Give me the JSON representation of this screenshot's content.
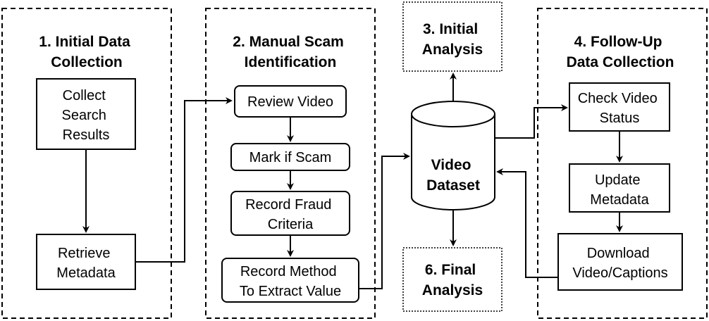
{
  "panels": {
    "initial_collection": {
      "title_line1": "1. Initial Data",
      "title_line2": "Collection"
    },
    "manual_identification": {
      "title_line1": "2. Manual Scam",
      "title_line2": "Identification"
    },
    "initial_analysis": {
      "title_line1": "3. Initial",
      "title_line2": "Analysis"
    },
    "followup_collection": {
      "title_line1": "4. Follow-Up",
      "title_line2": "Data Collection"
    },
    "final_analysis": {
      "title_line1": "6. Final",
      "title_line2": "Analysis"
    }
  },
  "steps": {
    "collect_search_results": {
      "line1": "Collect",
      "line2": "Search",
      "line3": "Results"
    },
    "retrieve_metadata": {
      "line1": "Retrieve",
      "line2": "Metadata"
    },
    "review_video": {
      "line1": "Review Video"
    },
    "mark_if_scam": {
      "line1": "Mark if Scam"
    },
    "record_fraud_criteria": {
      "line1": "Record Fraud",
      "line2": "Criteria"
    },
    "record_method": {
      "line1": "Record Method",
      "line2": "To Extract Value"
    },
    "check_video_status": {
      "line1": "Check Video",
      "line2": "Status"
    },
    "update_metadata": {
      "line1": "Update",
      "line2": "Metadata"
    },
    "download_video": {
      "line1": "Download",
      "line2": "Video/Captions"
    }
  },
  "database": {
    "line1": "Video",
    "line2": "Dataset"
  }
}
